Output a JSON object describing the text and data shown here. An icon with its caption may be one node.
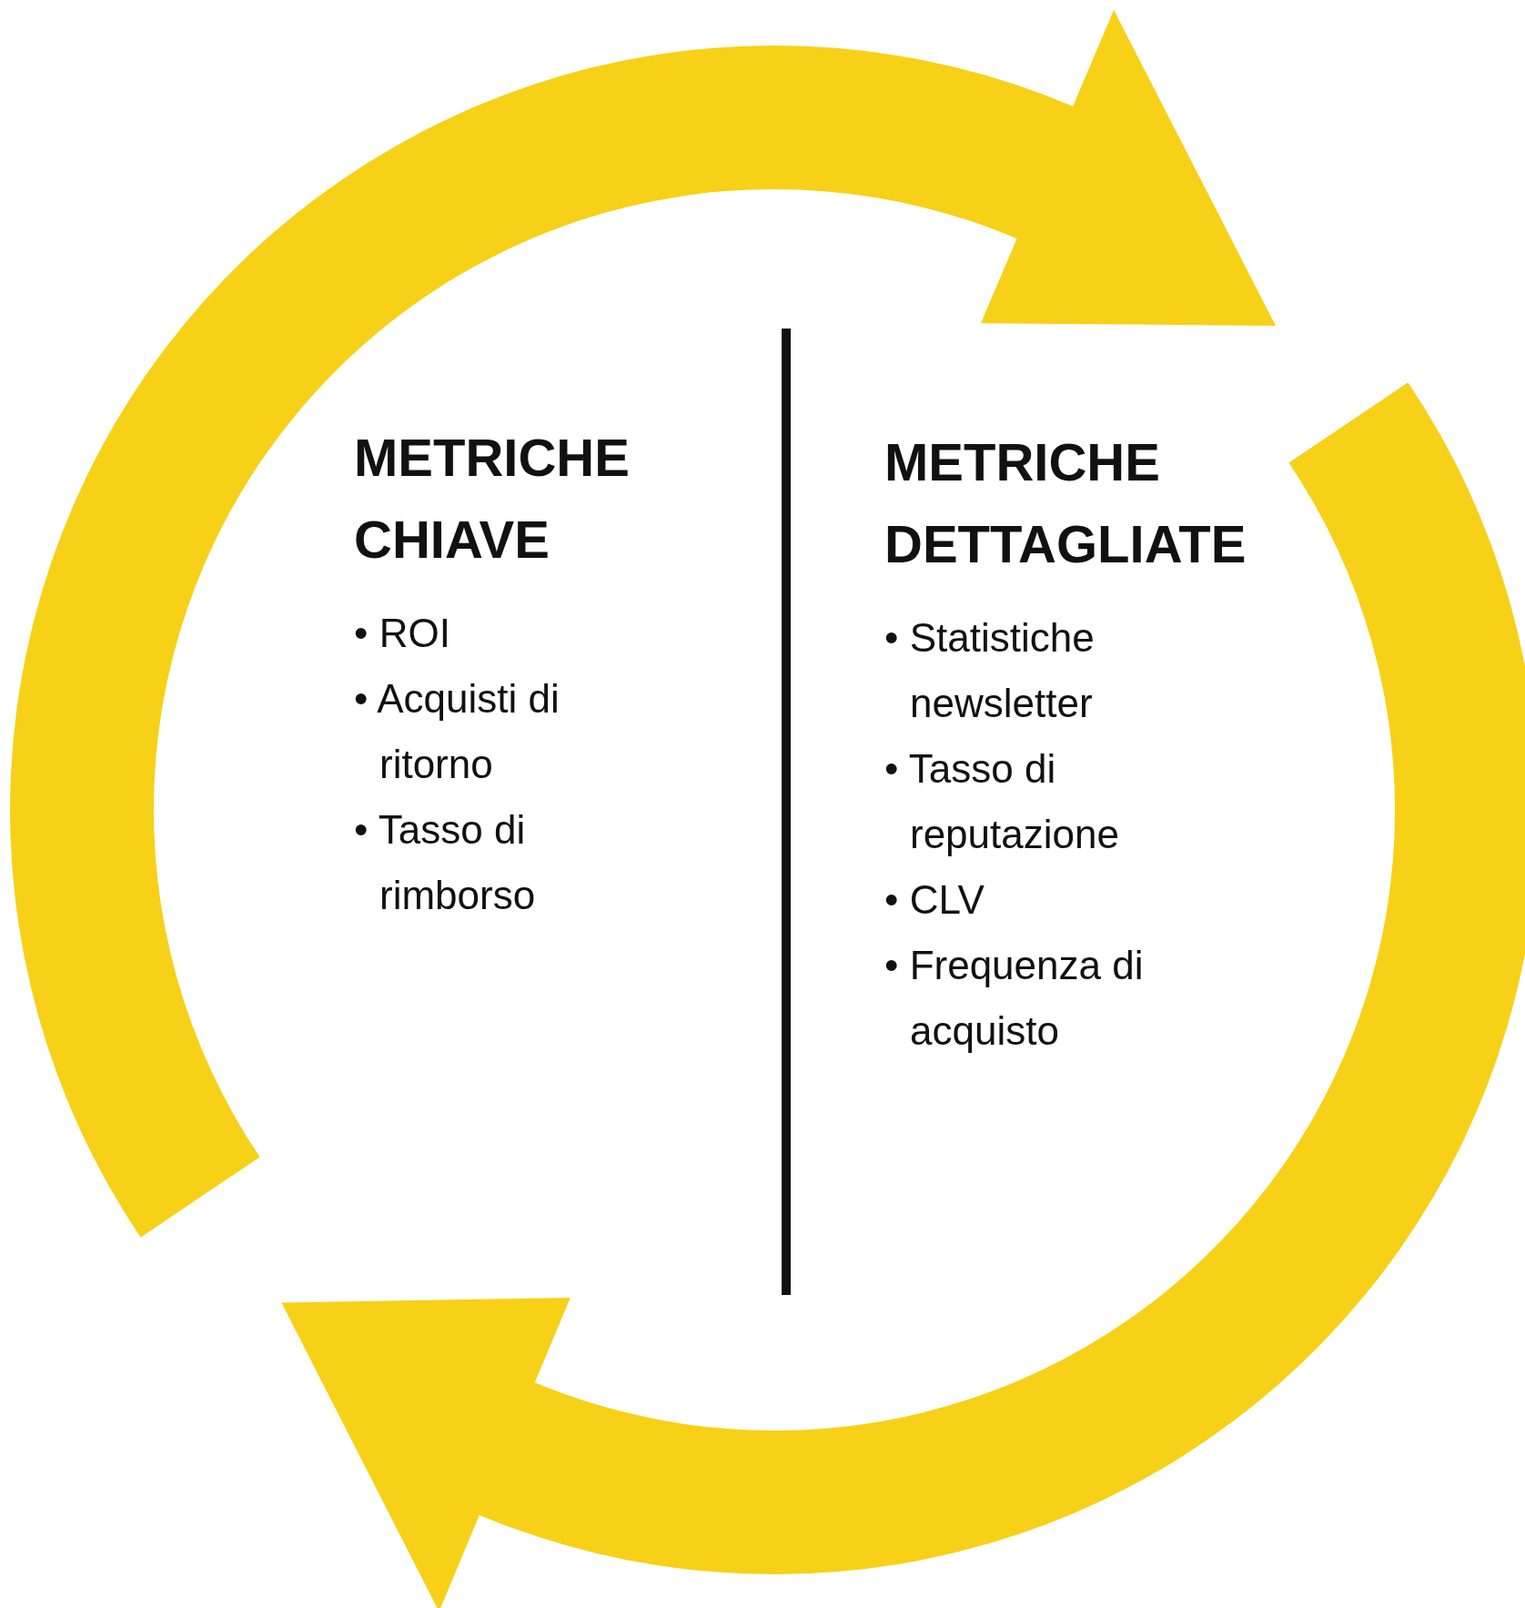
{
  "diagram": {
    "labels": [
      "METRICHE CHIAVE",
      "• ROI",
      "• Acquisti di ritorno",
      "• Tasso di rimborso",
      "METRICHE DETTAGLIATE",
      "• Statistiche newsletter",
      "• Tasso di reputazione",
      "• CLV",
      "• Frequenza di acquisto"
    ]
  }
}
